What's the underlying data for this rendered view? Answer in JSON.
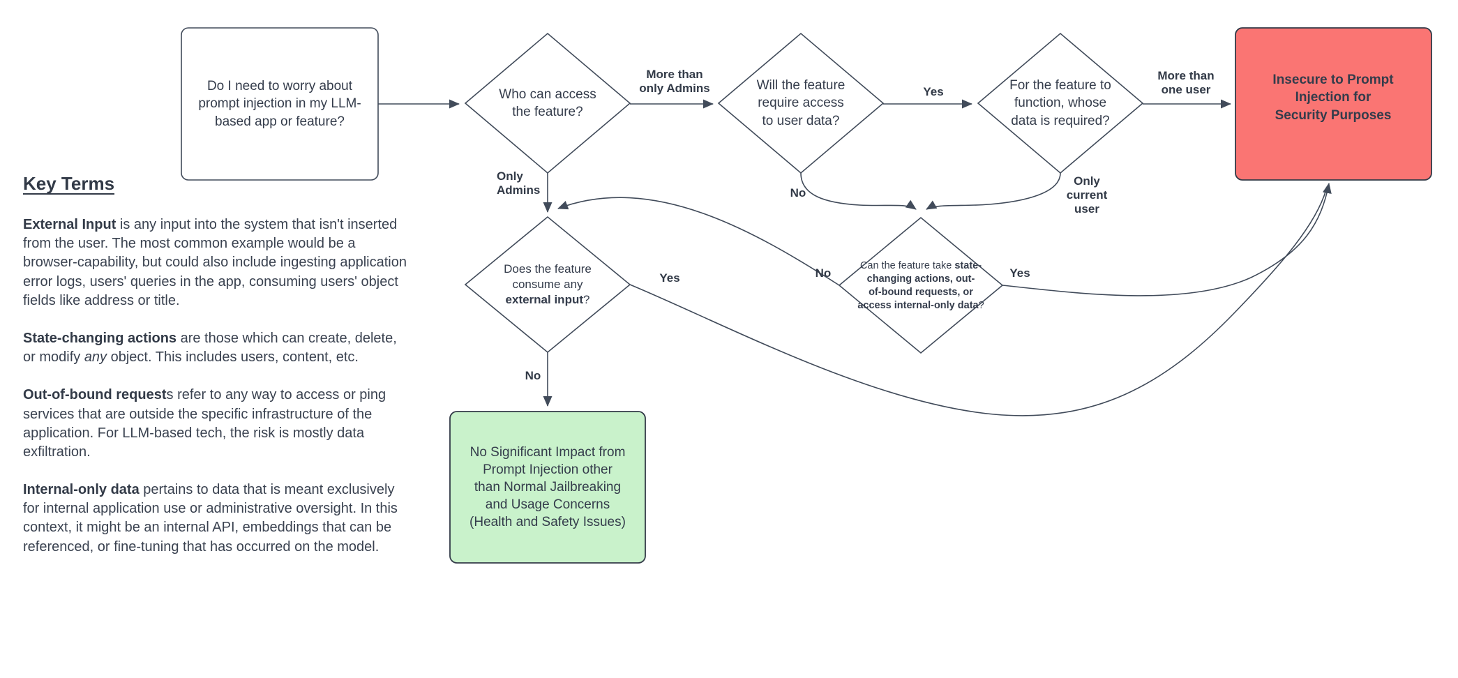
{
  "key_terms": {
    "heading": "Key Terms",
    "terms": [
      {
        "term": "External Input",
        "definition": " is any input into the system that isn't inserted from the user. The most common example would be a browser-capability, but could also include ingesting application error logs, users' queries in the app, consuming users' object fields like address or title."
      },
      {
        "term": "State-changing actions",
        "definition": " are those which can create, delete, or modify ",
        "italic": "any",
        "definition_after": " object. This includes users, content, etc."
      },
      {
        "term": "Out-of-bound request",
        "definition": "s refer to any way to access or ping services that are outside the specific infrastructure of the application. For LLM-based tech, the risk is mostly data exfiltration."
      },
      {
        "term": "Internal-only data",
        "definition": " pertains to data that is meant exclusively for internal application use or administrative oversight. In this context, it might be an internal API, embeddings that can be referenced, or fine-tuning that has occurred on the model."
      }
    ]
  },
  "flowchart": {
    "start": "Do I need to worry about prompt injection in my LLM-based app or feature?",
    "who_access": "Who can access the feature?",
    "require_user_data": "Will the feature require access to user data?",
    "whose_data": "For the feature to function, whose data is required?",
    "insecure_outcome": "Insecure to Prompt Injection for Security Purposes",
    "external_input": {
      "pre": "Does the feature consume any ",
      "bold": "external input",
      "post": "?"
    },
    "state_changing": {
      "pre": "Can the feature take ",
      "bold": "state-changing actions, out-of-bound requests, or access internal-only data",
      "post": "?"
    },
    "no_impact_outcome": "No Significant Impact from Prompt Injection other than Normal Jailbreaking and Usage Concerns (Health and Safety Issues)",
    "labels": {
      "more_than_only_admins": "More than only Admins",
      "only_admins": "Only Admins",
      "yes_user_data": "Yes",
      "no_user_data": "No",
      "more_than_one_user": "More than one user",
      "only_current_user": "Only current user",
      "yes_external": "Yes",
      "no_external": "No",
      "no_state_changing": "No",
      "yes_state_changing": "Yes"
    }
  },
  "colors": {
    "line": "#414b5a",
    "text": "#343c4b",
    "insecure_fill": "#fa7573",
    "no_impact_fill": "#c9f2cb",
    "shape_fill": "#ffffff"
  }
}
